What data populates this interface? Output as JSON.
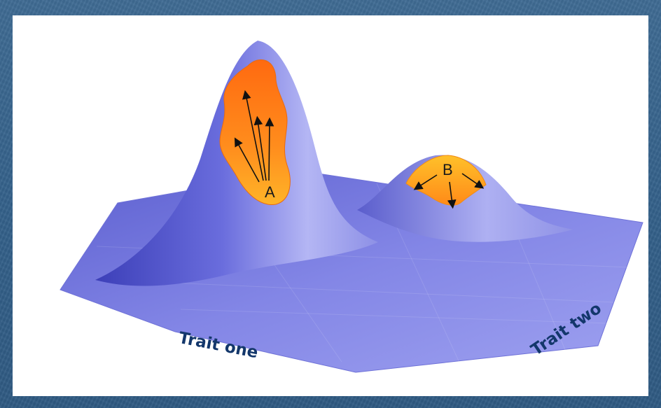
{
  "diagram": {
    "axis_labels": {
      "x": "Trait one",
      "y": "Trait two"
    },
    "peaks": [
      {
        "label": "A",
        "color": "#ff8c1a"
      },
      {
        "label": "B",
        "color": "#ffb01f"
      }
    ],
    "colors": {
      "slide_background": "#34618a",
      "surface": "#7b7fe0",
      "axis_text": "#13376b"
    }
  }
}
